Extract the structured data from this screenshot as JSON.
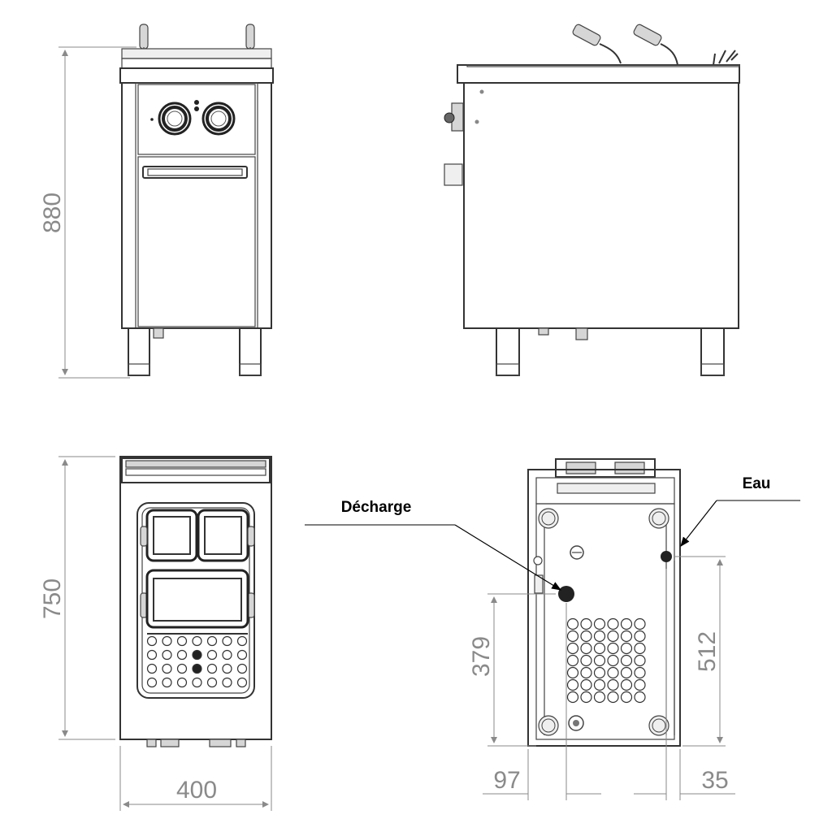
{
  "dimensions": {
    "height": "880",
    "depth": "750",
    "width": "400",
    "drain_height": "379",
    "water_height": "512",
    "drain_offset": "97",
    "water_offset": "35"
  },
  "callouts": {
    "drain": "Décharge",
    "water": "Eau"
  },
  "colors": {
    "line": "#333333",
    "dimension": "#8a8a8a",
    "callout_text": "#000000"
  }
}
